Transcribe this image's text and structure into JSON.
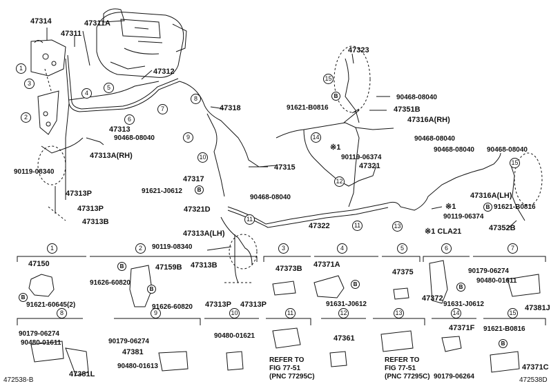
{
  "upper": {
    "p47314": "47314",
    "p47311": "47311",
    "p47311A": "47311A",
    "p47312": "47312",
    "p47313": "47313",
    "p47318": "47318",
    "p47315": "47315",
    "p47317": "47317",
    "p47321D": "47321D",
    "p47313A_rh": "47313A(RH)",
    "p47313A_lh": "47313A(LH)",
    "p47313P_a": "47313P",
    "p47313P_b": "47313P",
    "p47313B_a": "47313B",
    "p47323": "47323",
    "p47351B": "47351B",
    "p47316A_rh_a": "47316A(RH)",
    "p47321": "47321",
    "p47316A_lh": "47316A(LH)",
    "p47352B": "47352B",
    "p47322": "47322",
    "n90468_a": "90468-08040",
    "n90468_b": "90468-08040",
    "n90468_c": "90468-08040",
    "n90468_d": "90468-08040",
    "n90468_e": "90468-08040",
    "n90468_f": "90468-08040",
    "n90119_a": "90119-08340",
    "n90119_b": "90119-08340",
    "n90119_c": "90119-06374",
    "n90119_d": "90119-06374",
    "n91621_a": "91621-B0816",
    "n91621_b": "91621-J0612",
    "n91621_c": "91621-B0816",
    "note_cla21": "※1 CLA21",
    "mark1_a": "※1",
    "mark1_b": "※1",
    "l47313B": "47313B",
    "l47313P_c": "47313P",
    "l47313P_d": "47313P"
  },
  "callouts": [
    "1",
    "2",
    "3",
    "4",
    "5",
    "6",
    "7",
    "8",
    "9",
    "10",
    "11",
    "12",
    "13",
    "14",
    "15"
  ],
  "b_marker": "B",
  "legend_row1": [
    {
      "num": "1",
      "parts": [
        "47150",
        "91621-60645(2)"
      ]
    },
    {
      "num": "2",
      "parts": [
        "47159B",
        "91626-60820",
        "91626-60820"
      ]
    },
    {
      "num": "3",
      "parts": [
        "47373B"
      ]
    },
    {
      "num": "4",
      "parts": [
        "47371A",
        "91631-J0612"
      ]
    },
    {
      "num": "5",
      "parts": [
        "47375"
      ]
    },
    {
      "num": "6",
      "parts": [
        "47372",
        "91631-J0612"
      ]
    },
    {
      "num": "7",
      "parts": [
        "90179-06274",
        "90480-01611",
        "47381J"
      ]
    }
  ],
  "legend_row2": [
    {
      "num": "8",
      "parts": [
        "90179-06274",
        "90480-01611",
        "47381L"
      ]
    },
    {
      "num": "9",
      "parts": [
        "90179-06274",
        "47381",
        "90480-01613"
      ]
    },
    {
      "num": "10",
      "parts": [
        "90480-01621"
      ]
    },
    {
      "num": "11",
      "parts": [
        "REFER TO",
        "FIG 77-51",
        "(PNC 77295C)"
      ]
    },
    {
      "num": "12",
      "parts": [
        "47361"
      ]
    },
    {
      "num": "13",
      "parts": [
        "REFER TO",
        "FIG 77-51",
        "(PNC 77295C)"
      ]
    },
    {
      "num": "14",
      "parts": [
        "47371F",
        "90179-06264"
      ]
    },
    {
      "num": "15",
      "parts": [
        "91621-B0816",
        "47371C"
      ]
    }
  ],
  "footer": {
    "left": "472538-B",
    "right": "472538D"
  }
}
